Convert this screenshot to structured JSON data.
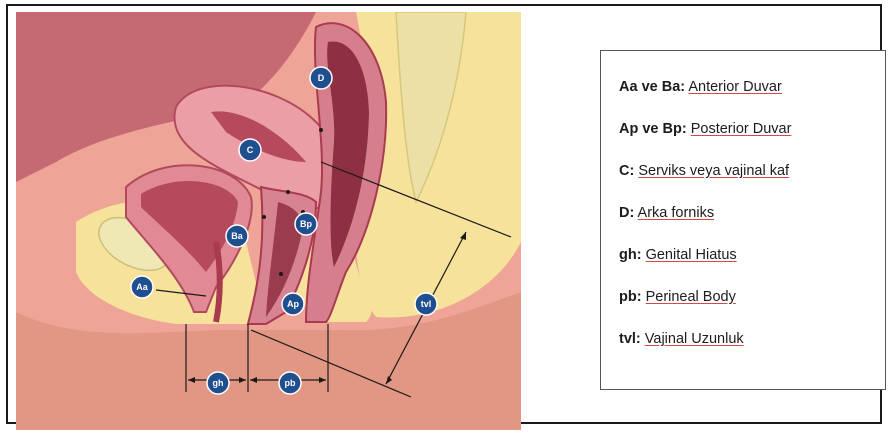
{
  "badges": {
    "aa": "Aa",
    "ba": "Ba",
    "ap": "Ap",
    "bp": "Bp",
    "c": "C",
    "d": "D",
    "gh": "gh",
    "pb": "pb",
    "tvl": "tvl"
  },
  "legend": {
    "items": [
      {
        "key": "Aa ve Ba:",
        "desc": "Anterior Duvar"
      },
      {
        "key": "Ap ve Bp:",
        "desc": "Posterior Duvar"
      },
      {
        "key": "C:",
        "desc": "Serviks veya vajinal kaf"
      },
      {
        "key": "D:",
        "desc": "Arka forniks"
      },
      {
        "key": "gh:",
        "desc": "Genital Hiatus"
      },
      {
        "key": "pb:",
        "desc": "Perineal Body"
      },
      {
        "key": "tvl:",
        "desc": "Vajinal Uzunluk"
      }
    ]
  },
  "colors": {
    "background": "#f0a99a",
    "skin": "#e49c88",
    "fat": "#f5e29a",
    "bone": "#efe3a8",
    "organ": "#d8798a",
    "organ_dark": "#9e3a4f",
    "organ_light": "#f2c0c6",
    "badge": "#1f4f8f",
    "line": "#1a1a1a"
  }
}
